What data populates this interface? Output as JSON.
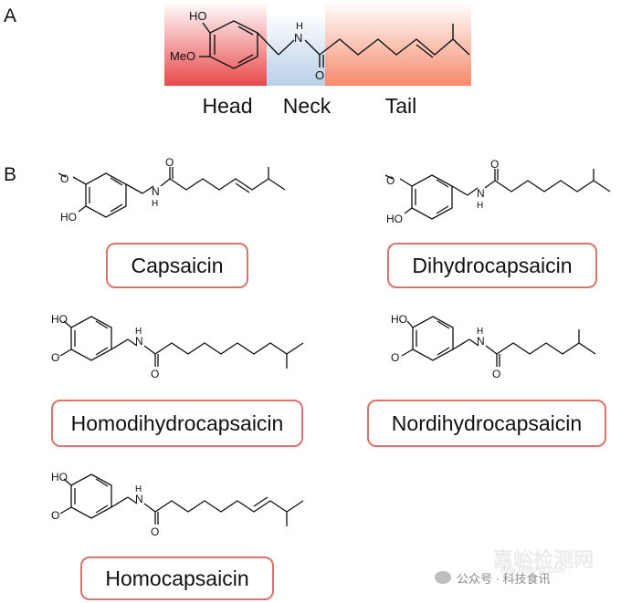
{
  "panels": {
    "a_label": "A",
    "b_label": "B"
  },
  "panel_a": {
    "regions": {
      "head": "Head",
      "neck": "Neck",
      "tail": "Tail"
    },
    "atoms": {
      "oh": "HO",
      "ome": "MeO",
      "nh": "N",
      "nh_h": "H",
      "o": "O"
    }
  },
  "panel_b": {
    "atoms": {
      "oh": "HO",
      "o": "O",
      "n": "N",
      "h": "H"
    },
    "compounds": [
      {
        "name": "Capsaicin"
      },
      {
        "name": "Dihydrocapsaicin"
      },
      {
        "name": "Homodihydrocapsaicin"
      },
      {
        "name": "Nordihydrocapsaicin"
      },
      {
        "name": "Homocapsaicin"
      }
    ]
  },
  "colors": {
    "head": "#e8484a",
    "neck": "#b8cfe8",
    "tail": "#f58a6a",
    "box_border": "#d9736d"
  },
  "watermark": {
    "text": "公众号 · 科技食讯",
    "faint": "嘉峪检测网",
    "faint_sub": "AnyTesting.com"
  }
}
